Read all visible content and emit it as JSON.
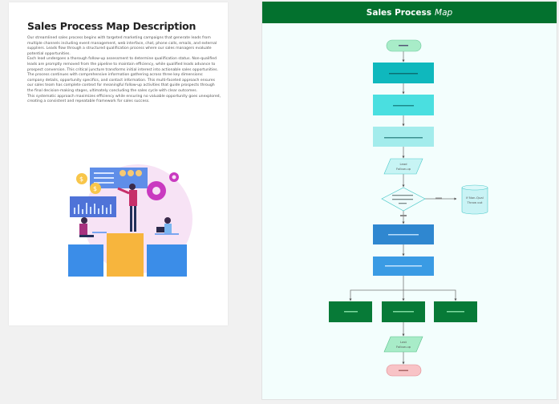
{
  "description": {
    "title": "Sales Process Map Description",
    "paragraphs": [
      "Our streamlined sales process begins with targeted marketing campaigns that generate leads from multiple channels including event management, web interface, chat, phone calls, emails, and external suppliers. Leads flow through a structured qualification process where our sales managers evaluate potential opportunities.",
      "Each lead undergoes a thorough follow-up assessment to determine qualification status. Non-qualified leads are promptly removed from the pipeline to maintain efficiency, while qualified leads advance to prospect conversion. This critical juncture transforms initial interest into actionable sales opportunities.",
      "The process continues with comprehensive information gathering across three key dimensions: company details, opportunity specifics, and contact information. This multi-faceted approach ensures our sales team has complete context for meaningful follow-up activities that guide prospects through the final decision-making stages, ultimately concluding the sales cycle with clear outcomes.",
      "This systematic approach maximizes efficiency while ensuring no valuable opportunity goes unexplored, creating a consistent and repeatable framework for sales success."
    ],
    "illustration": "sales-team-illustration"
  },
  "map": {
    "title_main": "Sales Process",
    "title_italic": "Map",
    "colors": {
      "header": "#03712e",
      "start": "#a8ecc8",
      "step1": "#0fb8bd",
      "step2": "#4adfe0",
      "step3": "#a3ecec",
      "step4": "#2f87d0",
      "step5": "#3a9be4",
      "branch": "#077a37",
      "end": "#f8c3c6"
    },
    "nodes": {
      "lead_follow_up": "Lead Follow-up",
      "non_qualified_store": "If Non-Qual Throw out",
      "last_follow_up": "Last Follow-up"
    }
  }
}
